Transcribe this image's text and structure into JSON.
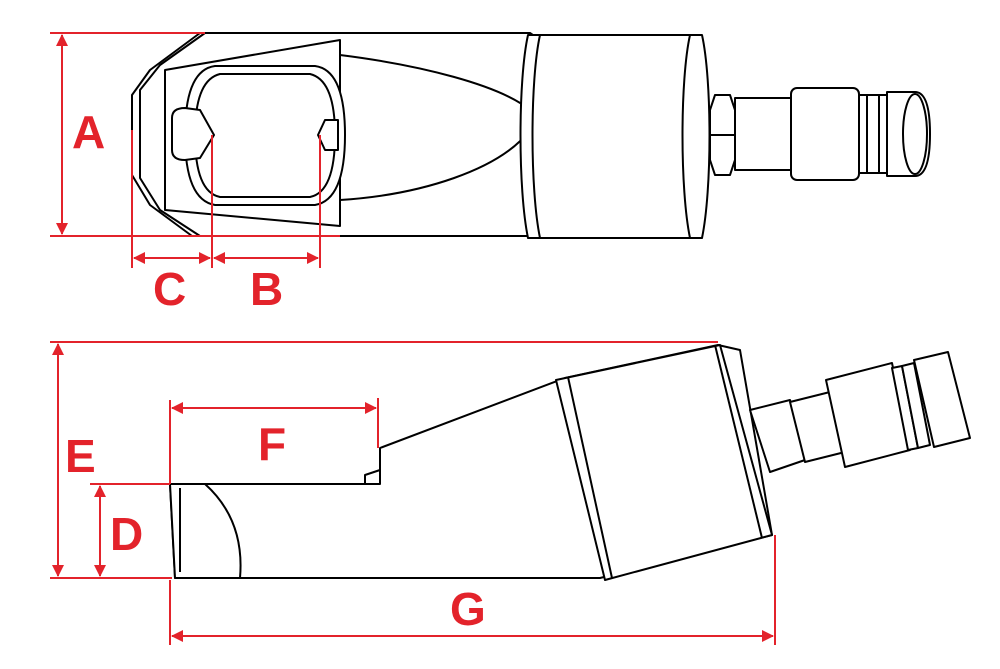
{
  "colors": {
    "dimension": "#e3232b",
    "outline": "#000000",
    "body_fill": "#ffffff"
  },
  "dimension_labels": {
    "A": "A",
    "B": "B",
    "C": "C",
    "D": "D",
    "E": "E",
    "F": "F",
    "G": "G"
  },
  "views": {
    "top": "nut-splitter-top-view",
    "side": "nut-splitter-side-view"
  }
}
